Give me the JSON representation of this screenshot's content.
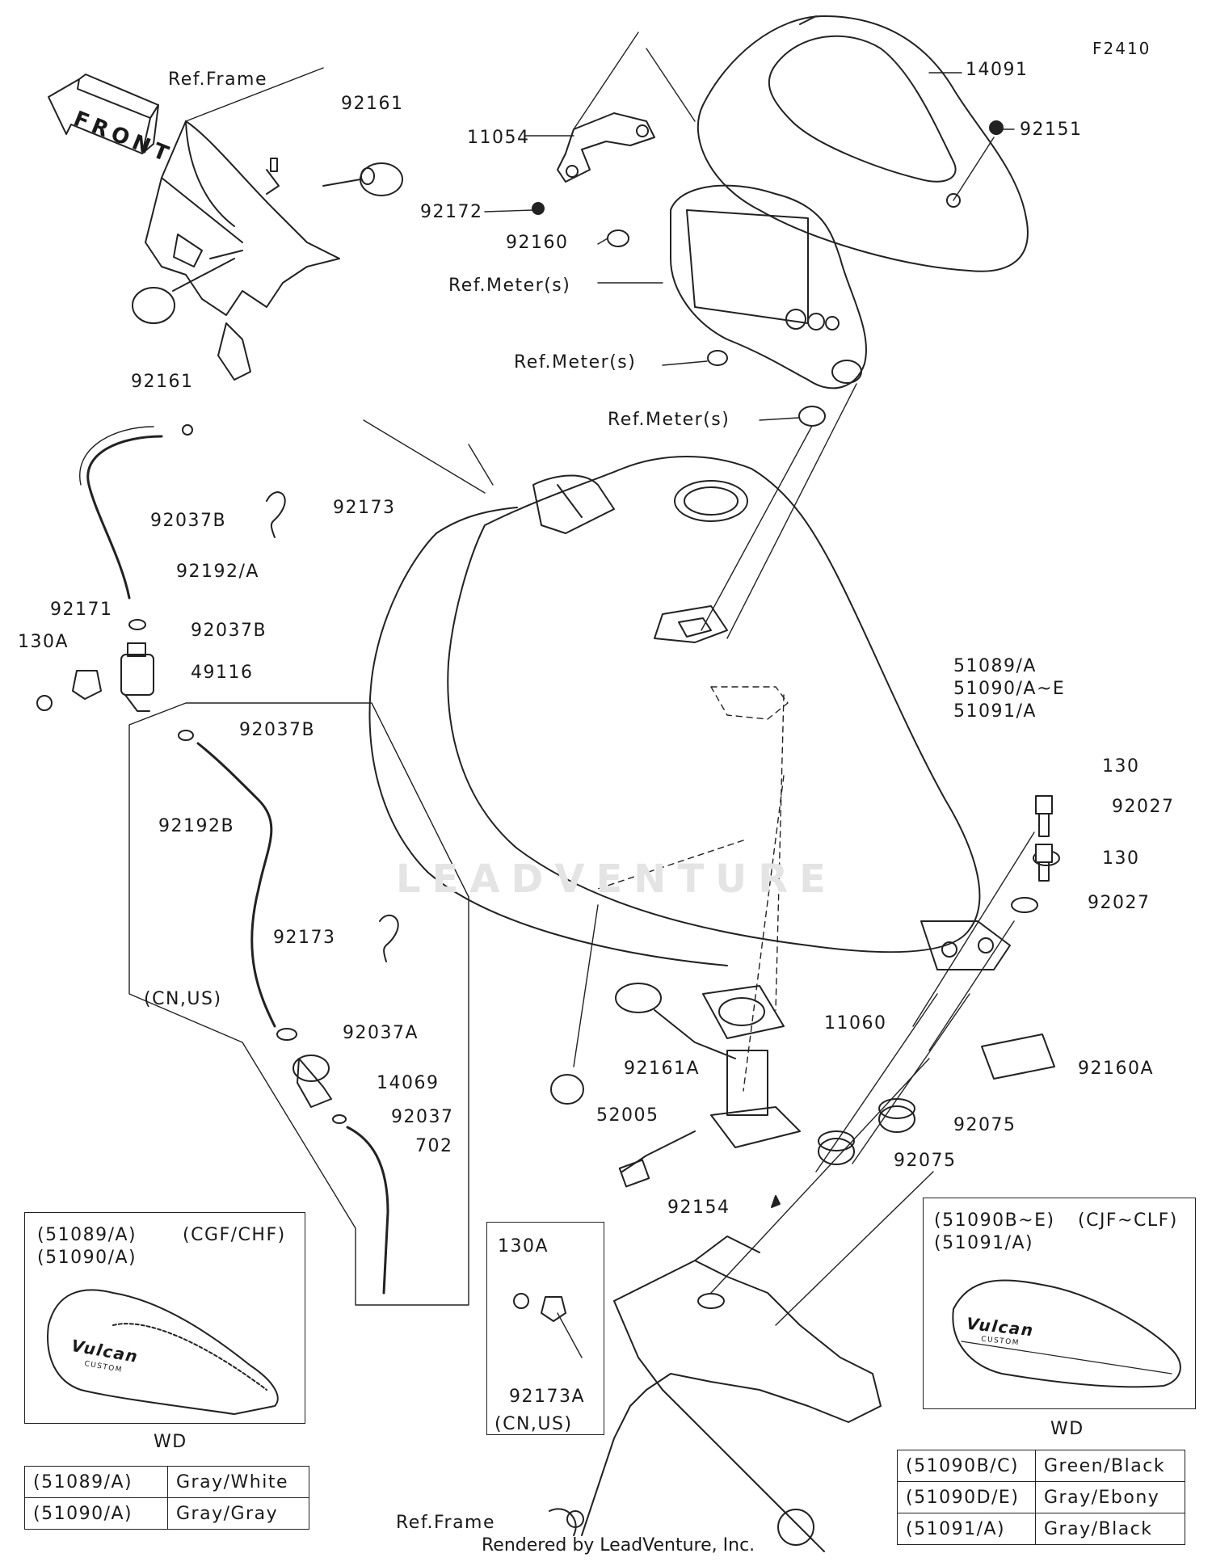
{
  "diagram_code": "F2410",
  "front_label": "FRONT",
  "watermark": "LEADVENTURE",
  "credit": "Rendered by LeadVenture, Inc.",
  "labels": {
    "ref_frame_top": "Ref.Frame",
    "p92161_top": "92161",
    "p92161_bottom": "92161",
    "p14091": "14091",
    "p11054": "11054",
    "p92151": "92151",
    "p92172": "92172",
    "p92160": "92160",
    "ref_meter_1": "Ref.Meter(s)",
    "ref_meter_2": "Ref.Meter(s)",
    "ref_meter_3": "Ref.Meter(s)",
    "p92037b_1": "92037B",
    "p92173_1": "92173",
    "p92192a": "92192/A",
    "p92171": "92171",
    "p130a_left": "130A",
    "p92037b_2": "92037B",
    "p49116": "49116",
    "p92037b_3": "92037B",
    "p92192b": "92192B",
    "tank_line1": "51089/A",
    "tank_line2": "51090/A~E",
    "tank_line3": "51091/A",
    "p130_1": "130",
    "p92027_1": "92027",
    "p130_2": "130",
    "p92027_2": "92027",
    "p92173_2": "92173",
    "cn_us_1": "(CN,US)",
    "p92037a": "92037A",
    "p14069": "14069",
    "p92037": "92037",
    "p702": "702",
    "p11060": "11060",
    "p92161a": "92161A",
    "p92160a": "92160A",
    "p52005": "52005",
    "p92075_1": "92075",
    "p92075_2": "92075",
    "p92154": "92154",
    "p130a_box": "130A",
    "p92173a": "92173A",
    "cn_us_2": "(CN,US)",
    "ref_frame_bottom": "Ref.Frame"
  },
  "inset_left": {
    "line1": "(51089/A)",
    "line1_right": "(CGF/CHF)",
    "line2": "(51090/A)",
    "decal": "Vulcan",
    "decal_sub": "CUSTOM",
    "caption": "WD"
  },
  "inset_right": {
    "line1": "(51090B~E)",
    "line1_right": "(CJF~CLF)",
    "line2": "(51091/A)",
    "decal": "Vulcan",
    "decal_sub": "CUSTOM",
    "caption": "WD"
  },
  "color_table_left": [
    {
      "model": "(51089/A)",
      "color": "Gray/White"
    },
    {
      "model": "(51090/A)",
      "color": "Gray/Gray"
    }
  ],
  "color_table_right": [
    {
      "model": "(51090B/C)",
      "color": "Green/Black"
    },
    {
      "model": "(51090D/E)",
      "color": "Gray/Ebony"
    },
    {
      "model": "(51091/A)",
      "color": "Gray/Black"
    }
  ]
}
